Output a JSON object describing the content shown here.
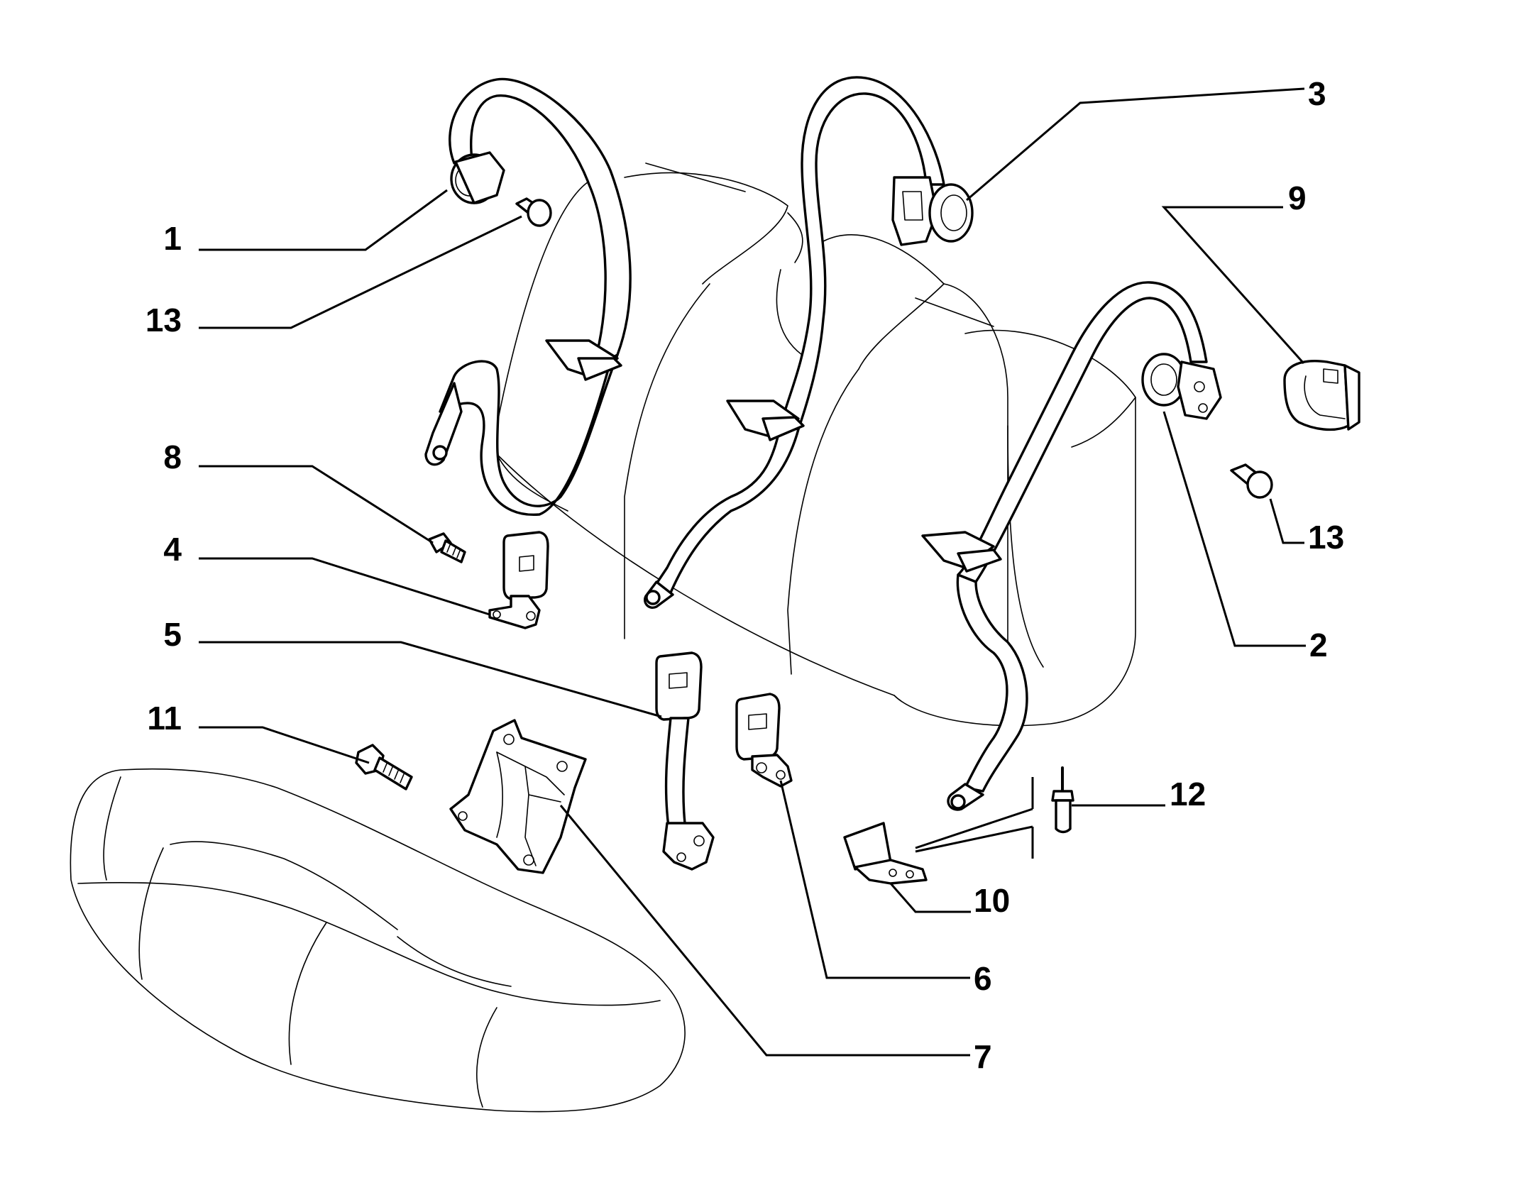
{
  "diagram": {
    "callouts": [
      {
        "id": "c1",
        "label": "1"
      },
      {
        "id": "c2",
        "label": "2"
      },
      {
        "id": "c3",
        "label": "3"
      },
      {
        "id": "c4",
        "label": "4"
      },
      {
        "id": "c5",
        "label": "5"
      },
      {
        "id": "c6",
        "label": "6"
      },
      {
        "id": "c7",
        "label": "7"
      },
      {
        "id": "c8",
        "label": "8"
      },
      {
        "id": "c9",
        "label": "9"
      },
      {
        "id": "c10",
        "label": "10"
      },
      {
        "id": "c11",
        "label": "11"
      },
      {
        "id": "c12",
        "label": "12"
      },
      {
        "id": "c13a",
        "label": "13"
      },
      {
        "id": "c13b",
        "label": "13"
      }
    ]
  }
}
